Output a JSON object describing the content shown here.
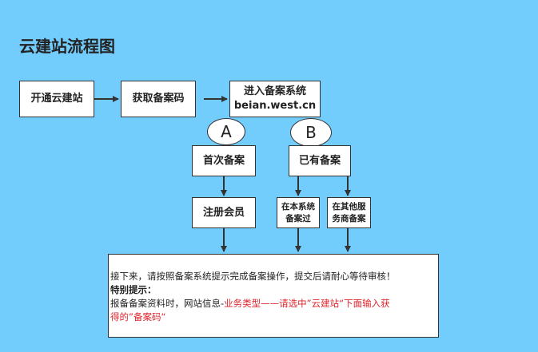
{
  "title": "云建站流程图",
  "steps": {
    "open": "开通云建站",
    "get_code": "获取备案码",
    "enter_system_line1": "进入备案系统",
    "enter_system_line2": "beian.west.cn"
  },
  "branches": {
    "a_label": "A",
    "b_label": "B",
    "first_filing": "首次备案",
    "already_filed": "已有备案",
    "register_member": "注册会员",
    "filed_here_line1": "在本系统",
    "filed_here_line2": "备案过",
    "filed_other_line1": "在其他服",
    "filed_other_line2": "务商备案"
  },
  "note": {
    "line1": "接下来，请按照备案系统提示完成备案操作，提交后请耐心等待审核！",
    "tip_title": "特别提示：",
    "line3_black": "报备备案资料时，网站信息-",
    "line3_red": "业务类型——请选中”云建站“下面输入获",
    "line4_red": "得的”备案码“"
  },
  "colors": {
    "background": "#72cdfd",
    "box_border": "#333333",
    "highlight_text": "#e0222a"
  }
}
